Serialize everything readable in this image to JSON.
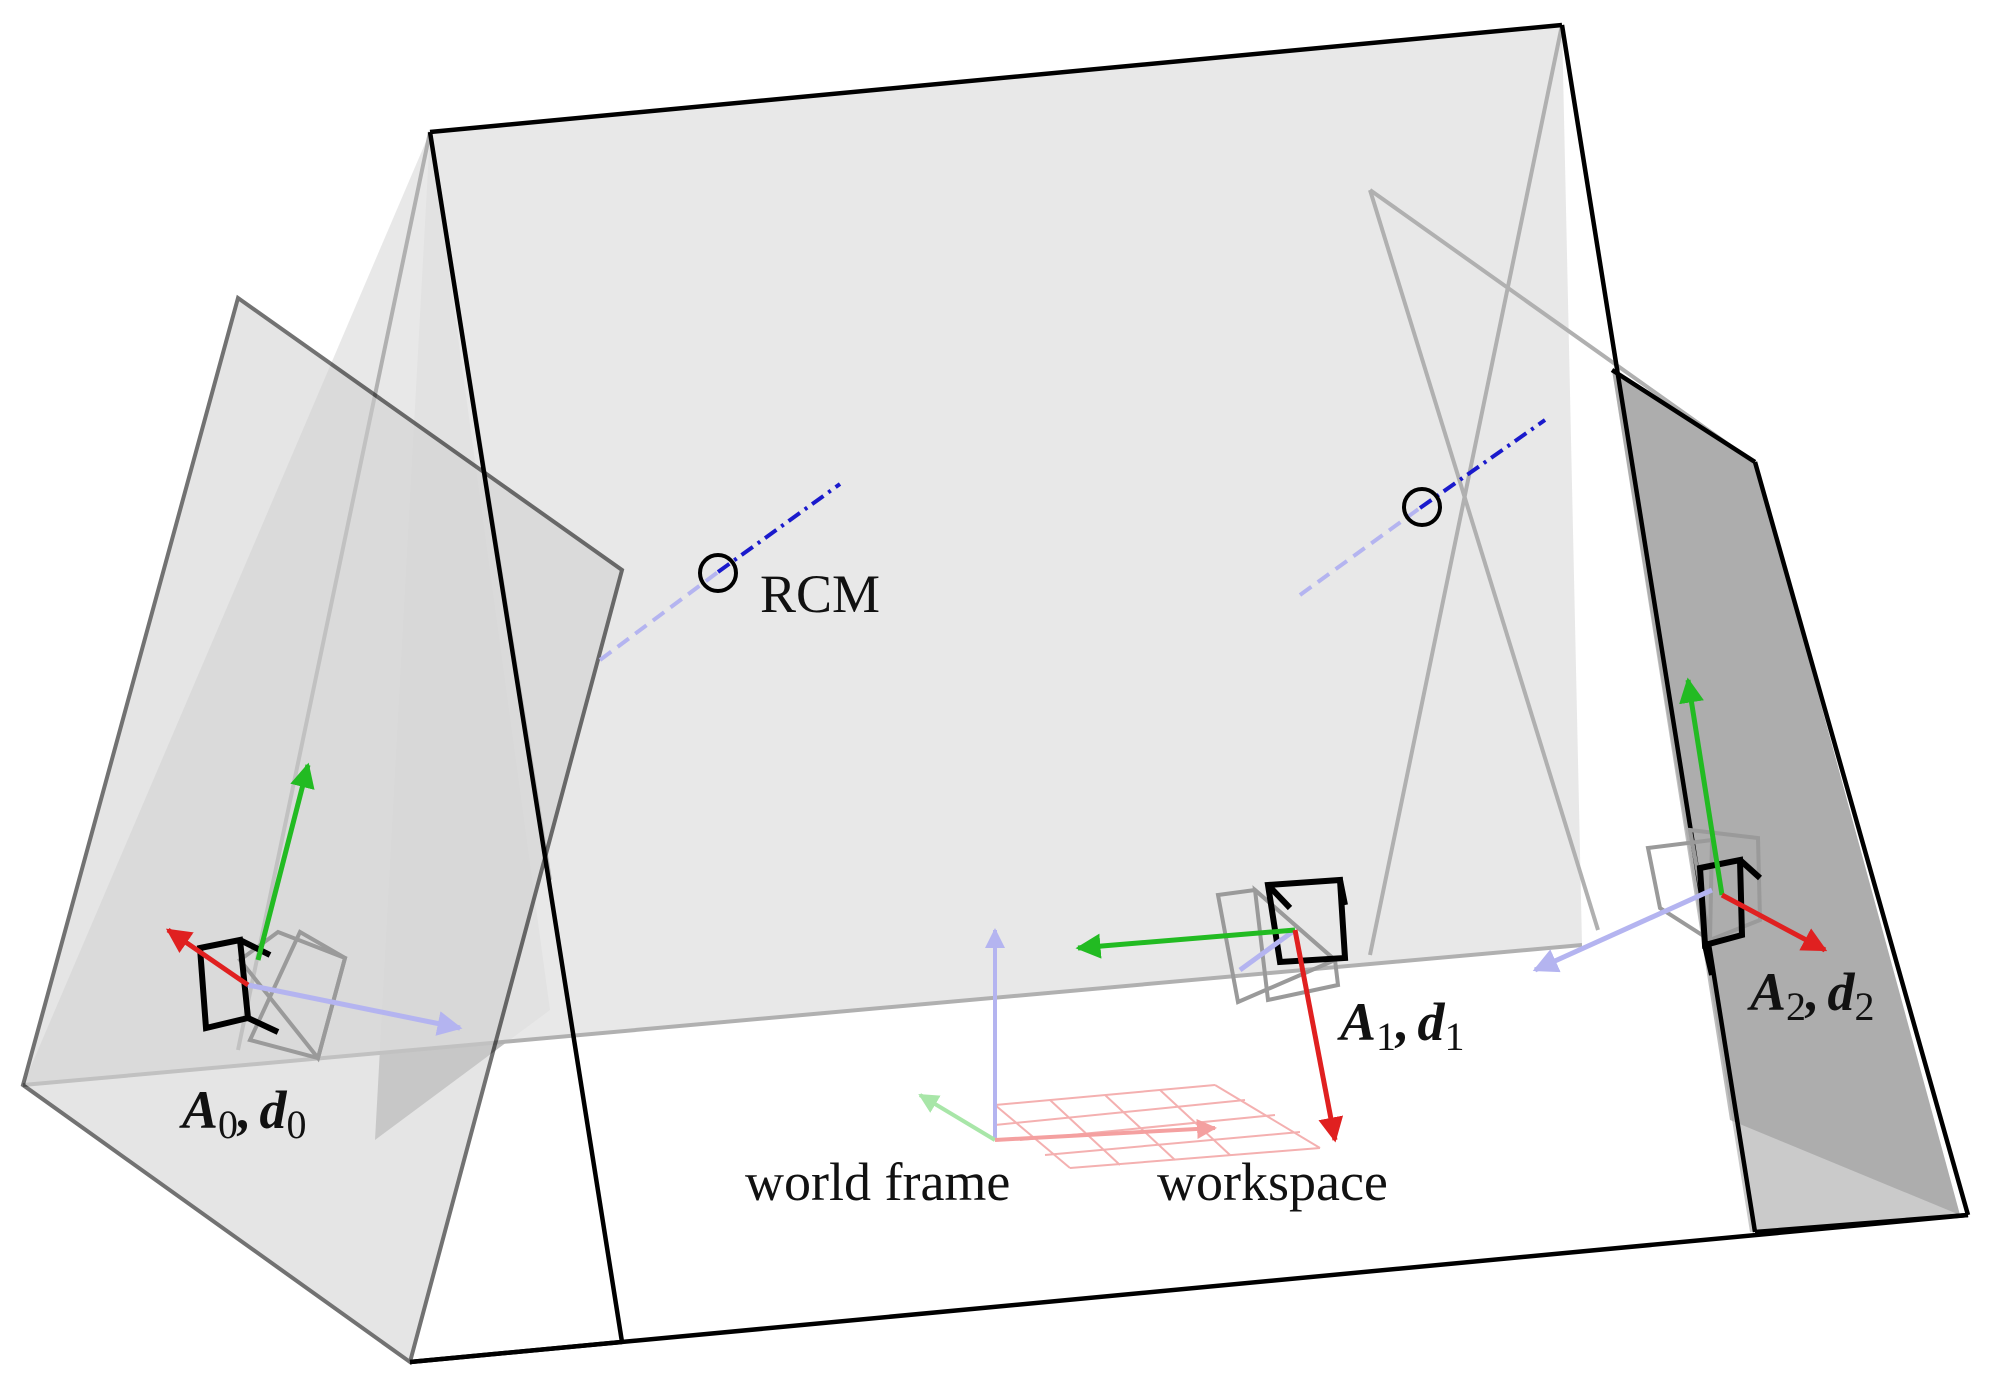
{
  "labels": {
    "rcm": "RCM",
    "world_frame": "world frame",
    "workspace": "workspace",
    "camera_0": {
      "matrix": "A",
      "index": "0",
      "separator": ",",
      "vector": "d"
    },
    "camera_1": {
      "matrix": "A",
      "index": "1",
      "separator": ",",
      "vector": "d"
    },
    "camera_2": {
      "matrix": "A",
      "index": "2",
      "separator": ",",
      "vector": "d"
    }
  },
  "colors": {
    "plane_fill": "#d4d4d4",
    "plane_dark": "#9a9a9a",
    "frame_edge": "#000000",
    "hidden_edge": "#b0b0b0",
    "x_axis": "#e02020",
    "y_axis": "#22bb22",
    "z_axis": "#1a1acc",
    "z_axis_faded": "#b4b4f0",
    "workspace_grid": "#f0a0a0"
  },
  "icons": [
    "camera-frustum-icon",
    "rcm-circle-icon",
    "axis-arrow-icon"
  ]
}
